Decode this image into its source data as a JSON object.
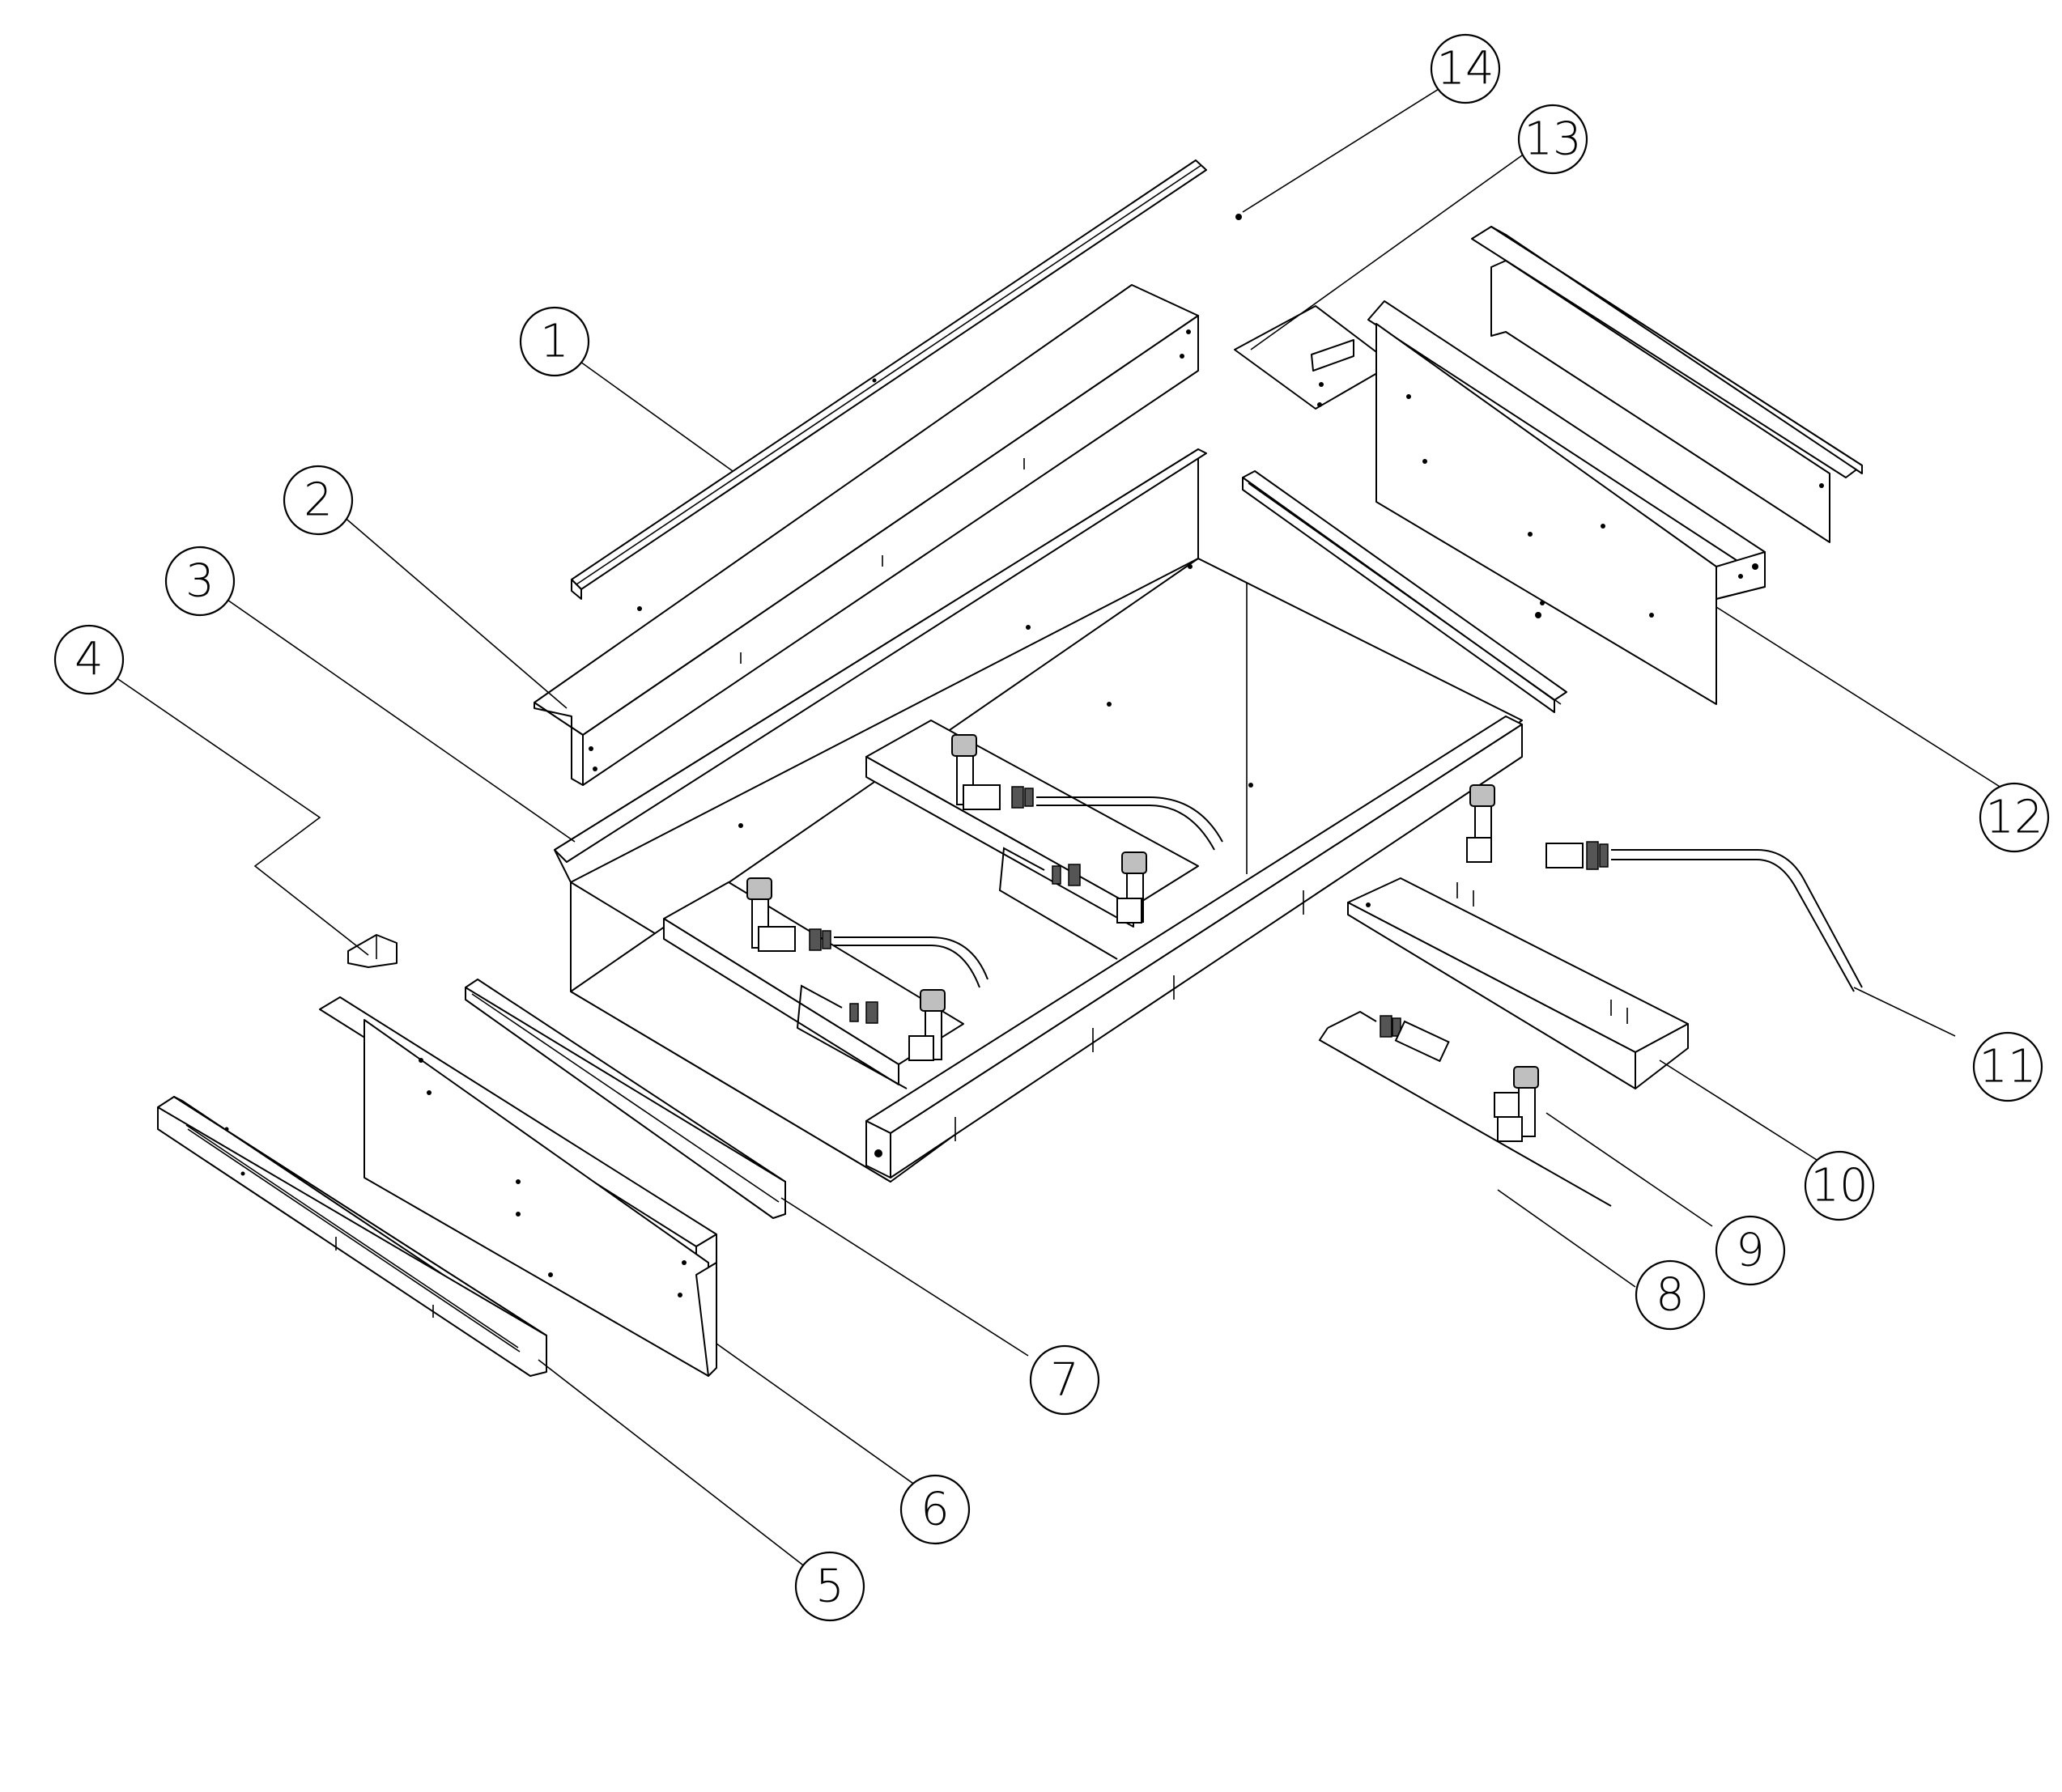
{
  "diagram": {
    "callouts": [
      {
        "id": "1",
        "label": "1"
      },
      {
        "id": "2",
        "label": "2"
      },
      {
        "id": "3",
        "label": "3"
      },
      {
        "id": "4",
        "label": "4"
      },
      {
        "id": "5",
        "label": "5"
      },
      {
        "id": "6",
        "label": "6"
      },
      {
        "id": "7",
        "label": "7"
      },
      {
        "id": "8",
        "label": "8"
      },
      {
        "id": "9",
        "label": "9"
      },
      {
        "id": "10",
        "label": "10"
      },
      {
        "id": "11",
        "label": "11"
      },
      {
        "id": "12",
        "label": "12"
      },
      {
        "id": "13",
        "label": "13"
      },
      {
        "id": "14",
        "label": "14"
      }
    ],
    "line_color": "#000000",
    "background_color": "#ffffff"
  }
}
